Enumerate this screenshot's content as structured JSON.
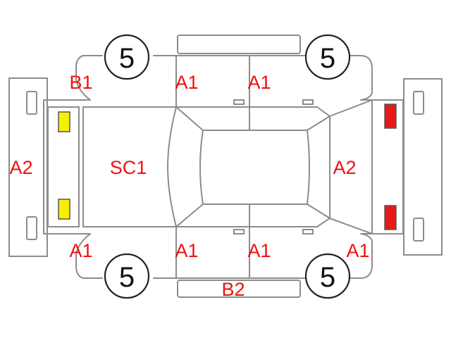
{
  "colors": {
    "code_text": "#ee1111",
    "outline": "#8c8c8c",
    "front_lamp": "#f5f000",
    "rear_lamp": "#e81818"
  },
  "wheels": {
    "front_left": "5",
    "front_right": "5",
    "rear_left": "5",
    "rear_right": "5"
  },
  "codes": {
    "front_fender_top": "B1",
    "front_door_top": "A1",
    "rear_door_top": "A1",
    "front_bumper": "A2",
    "hood": "SC1",
    "rear_bumper": "A2",
    "front_fender_bottom": "A1",
    "front_door_bottom": "A1",
    "rear_door_bottom": "A1",
    "rear_fender_bottom": "A1",
    "rocker_bottom": "B2"
  }
}
